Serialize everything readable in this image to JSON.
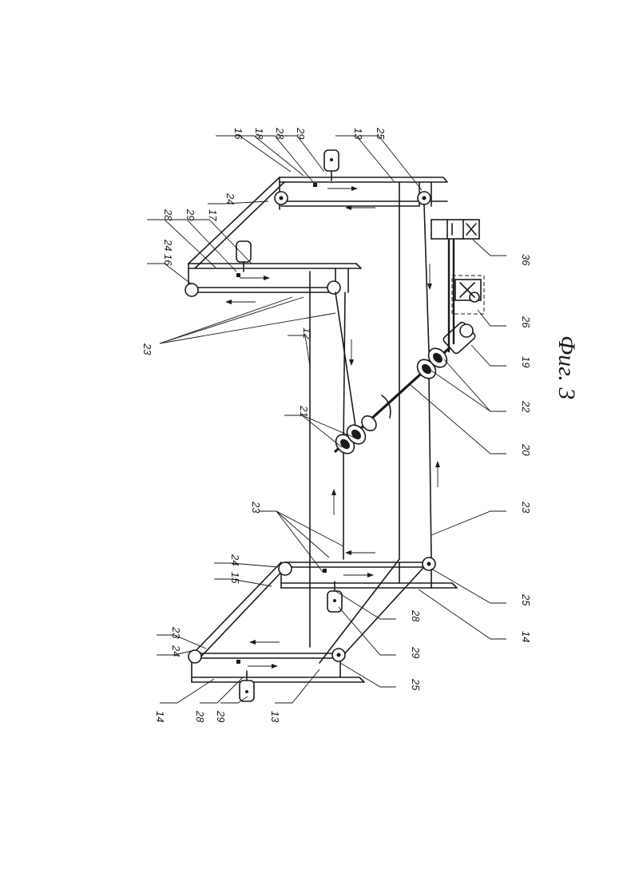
{
  "figure": {
    "caption": "Фиг. 3",
    "callouts": {
      "c16a": "16",
      "c18": "18",
      "c28a": "28",
      "c29a": "29",
      "c13a": "13",
      "c25a": "25",
      "c28b": "28",
      "c29b": "29",
      "c17": "17",
      "c24a": "24",
      "c16b": "16",
      "c24b": "24",
      "c23a": "23",
      "c12": "12",
      "c21": "21",
      "c36": "36",
      "c26": "26",
      "c19": "19",
      "c22": "22",
      "c20": "20",
      "c23b": "23",
      "c23c": "23",
      "c24c": "24",
      "c15": "15",
      "c23d": "23",
      "c24d": "24",
      "c25b": "25",
      "c14a": "14",
      "c28c": "28",
      "c29c": "29",
      "c14b": "14",
      "c28d": "28",
      "c29d": "29",
      "c13b": "13",
      "c25c": "25"
    }
  }
}
